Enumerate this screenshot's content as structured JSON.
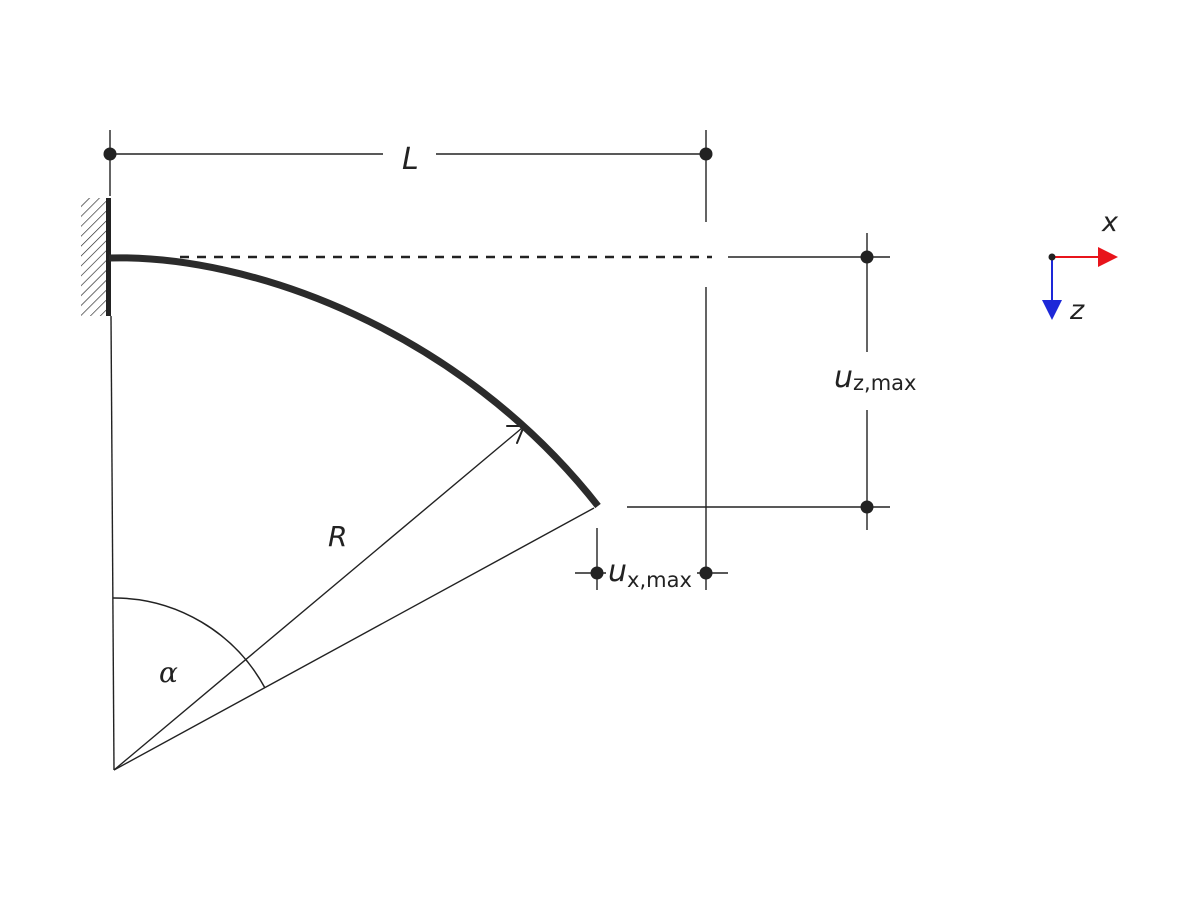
{
  "labels": {
    "length": "L",
    "radius": "R",
    "angle": "α",
    "uz_main": "u",
    "uz_sub": "z,max",
    "ux_main": "u",
    "ux_sub": "x,max"
  },
  "axes": {
    "x_label": "x",
    "z_label": "z",
    "x_color": "#e8141b",
    "z_color": "#1d28d8"
  },
  "colors": {
    "beam": "#2b2b2b",
    "line": "#222222",
    "background": "#ffffff"
  }
}
